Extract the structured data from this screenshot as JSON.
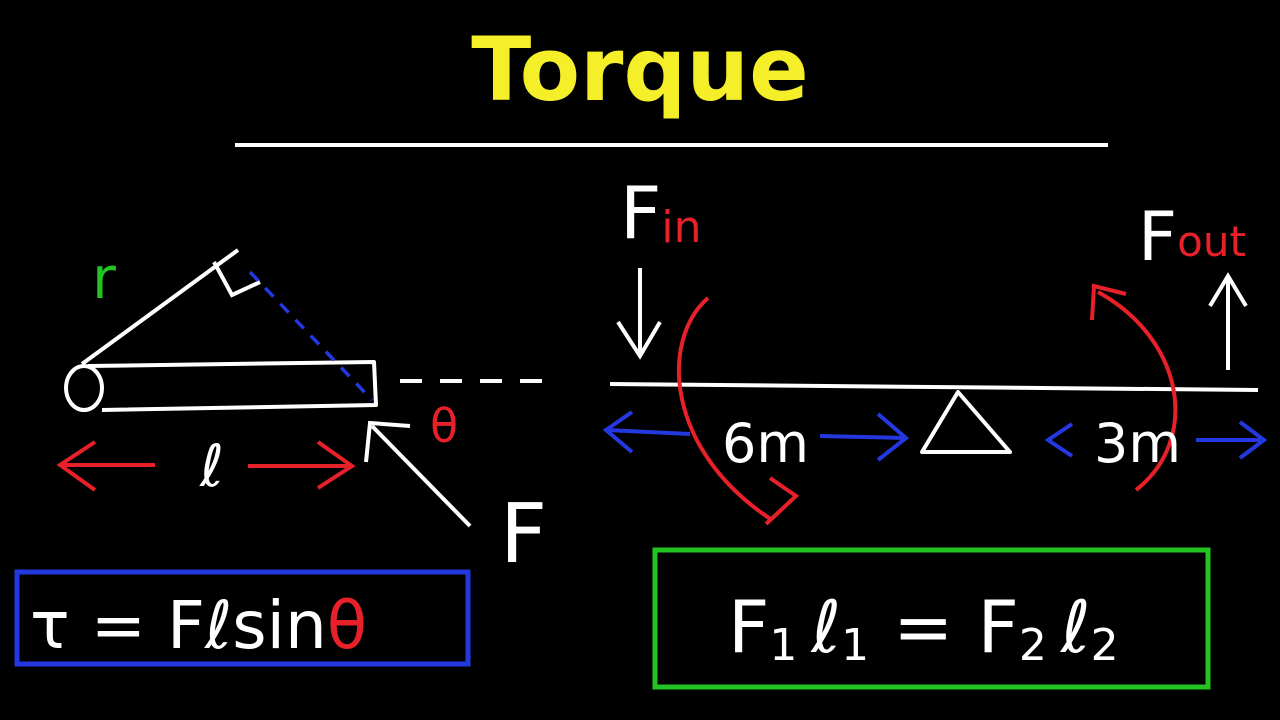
{
  "title": "Torque",
  "colors": {
    "background": "#000000",
    "title": "#f5ef2a",
    "chalk": "#ffffff",
    "red": "#e8202a",
    "blue": "#2438e0",
    "green": "#22c322"
  },
  "left_diagram": {
    "radius_label": "r",
    "length_label": "ℓ",
    "angle_label": "θ",
    "force_label": "F",
    "formula": {
      "lhs": "τ = Fℓsin",
      "theta": "θ"
    }
  },
  "lever_diagram": {
    "force_in_letter": "F",
    "force_in_sub": "in",
    "force_out_letter": "F",
    "force_out_sub": "out",
    "left_distance": "6m",
    "right_distance": "3m",
    "formula": {
      "f1": "F",
      "sub1": "1",
      "l1": "ℓ",
      "sub_l1": "1",
      "equals": "=",
      "f2": "F",
      "sub2": "2",
      "l2": "ℓ",
      "sub_l2": "2"
    }
  }
}
